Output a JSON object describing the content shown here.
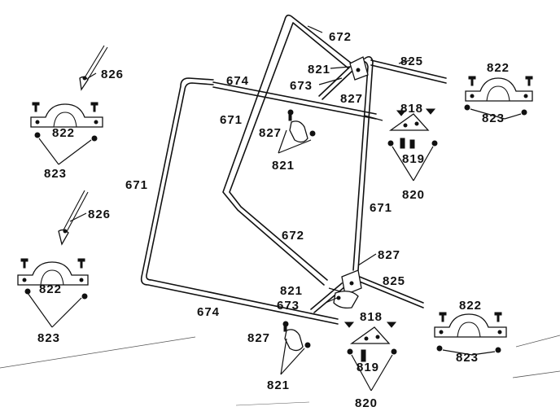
{
  "labels": {
    "l672_top": "672",
    "l821_top": "821",
    "l825_top": "825",
    "l673_top": "673",
    "l827_top": "827",
    "l822_tr": "822",
    "l823_tr": "823",
    "l674_top": "674",
    "l818_top": "818",
    "l819_top": "819",
    "l820_top": "820",
    "l671_left_top": "671",
    "l827_mid": "827",
    "l821_mid": "821",
    "l826_top": "826",
    "l822_tl": "822",
    "l823_tl": "823",
    "l671_left": "671",
    "l671_right": "671",
    "l826_mid": "826",
    "l672_mid": "672",
    "l822_ml": "822",
    "l823_ml": "823",
    "l827_bot_r": "827",
    "l825_bot": "825",
    "l821_bot": "821",
    "l673_bot": "673",
    "l674_bot": "674",
    "l818_bot": "818",
    "l822_br": "822",
    "l823_br": "823",
    "l827_bot_l": "827",
    "l819_bot": "819",
    "l821_bot_l": "821",
    "l820_bot": "820"
  }
}
